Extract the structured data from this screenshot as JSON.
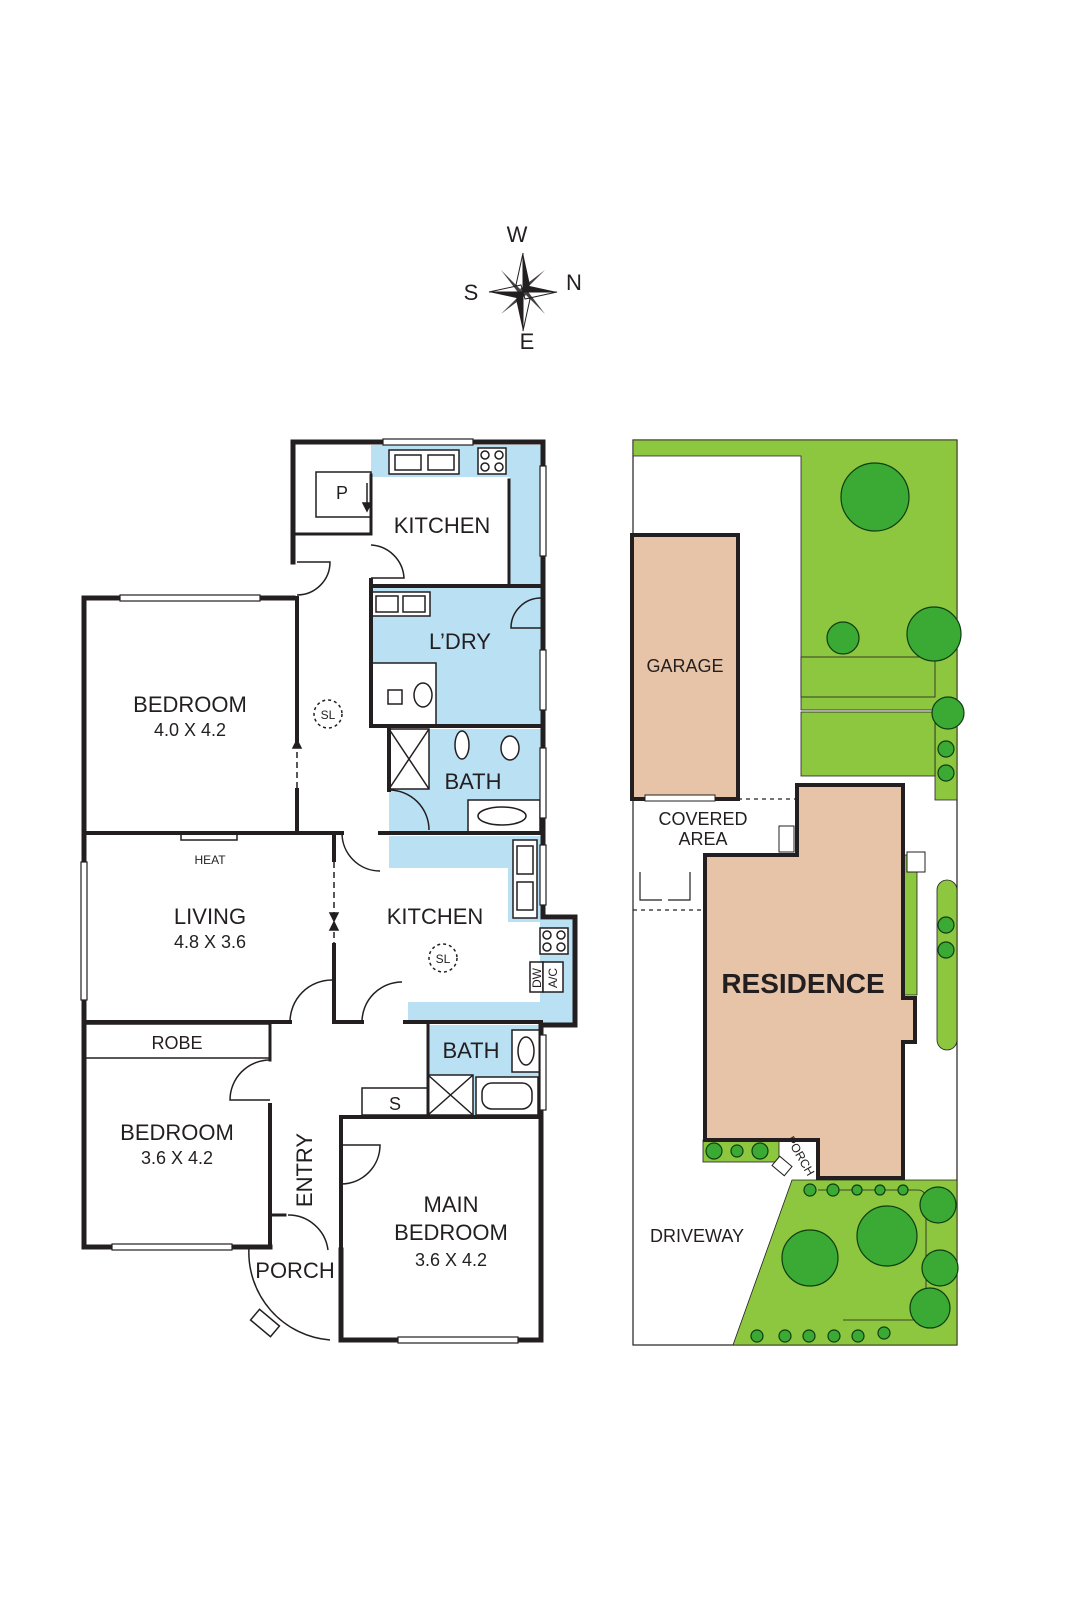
{
  "compass": {
    "north": "N",
    "south": "S",
    "east": "E",
    "west": "W"
  },
  "floorplan": {
    "kitchen_top": {
      "name": "KITCHEN"
    },
    "pantry": {
      "name": "P"
    },
    "laundry": {
      "name": "L’DRY"
    },
    "bedroom_1": {
      "name": "BEDROOM",
      "size": "4.0 X 4.2"
    },
    "skylight_hall": {
      "name": "SL"
    },
    "bath_upper": {
      "name": "BATH"
    },
    "heater": {
      "name": "HEAT"
    },
    "living": {
      "name": "LIVING",
      "size": "4.8 X 3.6"
    },
    "kitchen_main": {
      "name": "KITCHEN"
    },
    "skylight_kitchen": {
      "name": "SL"
    },
    "dishwasher": {
      "name": "DW"
    },
    "aircon": {
      "name": "A/C"
    },
    "robe": {
      "name": "ROBE"
    },
    "bath_lower": {
      "name": "BATH"
    },
    "storage": {
      "name": "S"
    },
    "bedroom_2": {
      "name": "BEDROOM",
      "size": "3.6 X 4.2"
    },
    "entry": {
      "name": "ENTRY"
    },
    "main_bedroom": {
      "name_line1": "MAIN",
      "name_line2": "BEDROOM",
      "size": "3.6 X 4.2"
    },
    "porch": {
      "name": "PORCH"
    }
  },
  "siteplan": {
    "garage": "GARAGE",
    "covered_area_line1": "COVERED",
    "covered_area_line2": "AREA",
    "residence": "RESIDENCE",
    "porch": "PORCH",
    "driveway": "DRIVEWAY"
  },
  "colors": {
    "wall": "#231f20",
    "wet_area": "#b9e1f3",
    "lawn": "#8dc63f",
    "tree": "#3aaa35",
    "building": "#e7c4a8"
  }
}
